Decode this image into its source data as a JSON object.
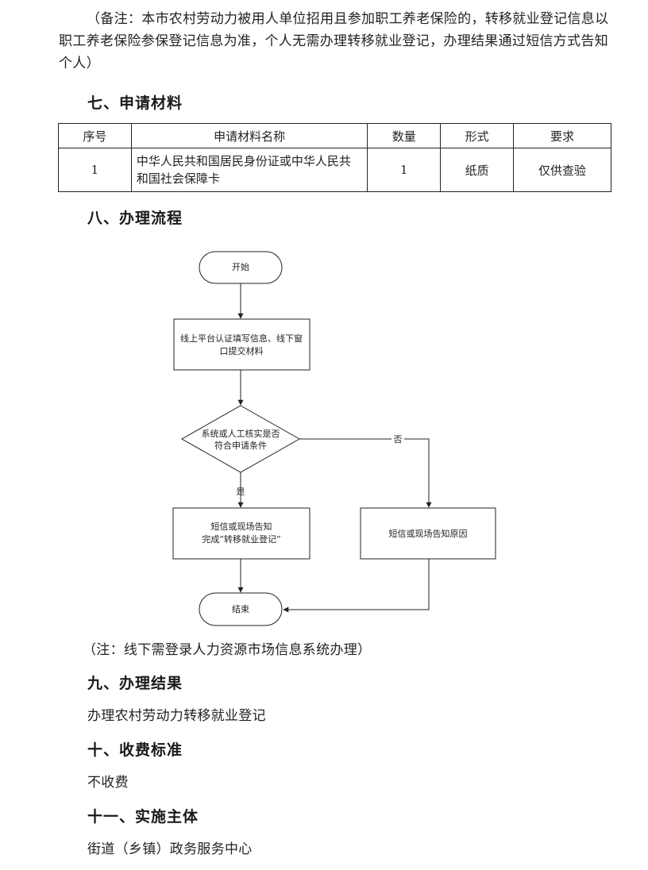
{
  "intro_note": "（备注：本市农村劳动力被用人单位招用且参加职工养老保险的，转移就业登记信息以职工养老保险参保登记信息为准，个人无需办理转移就业登记，办理结果通过短信方式告知个人）",
  "section7": {
    "heading": "七、申请材料",
    "table": {
      "headers": [
        "序号",
        "申请材料名称",
        "数量",
        "形式",
        "要求"
      ],
      "rows": [
        {
          "no": "1",
          "name": "中华人民共和国居民身份证或中华人民共和国社会保障卡",
          "qty": "1",
          "form": "纸质",
          "req": "仅供查验"
        }
      ]
    }
  },
  "section8": {
    "heading": "八、办理流程",
    "flow": {
      "start": "开始",
      "step1_line1": "线上平台认证填写信息、线下窗",
      "step1_line2": "口提交材料",
      "decision_line1": "系统或人工核实是否",
      "decision_line2": "符合申请条件",
      "yes": "是",
      "no": "否",
      "yes_box_line1": "短信或现场告知",
      "yes_box_line2": "完成“转移就业登记”",
      "no_box": "短信或现场告知原因",
      "end": "结束"
    },
    "note": "（注：线下需登录人力资源市场信息系统办理）"
  },
  "section9": {
    "heading": "九、办理结果",
    "text": "办理农村劳动力转移就业登记"
  },
  "section10": {
    "heading": "十、收费标准",
    "text": "不收费"
  },
  "section11": {
    "heading": "十一、实施主体",
    "text": "街道（乡镇）政务服务中心"
  }
}
